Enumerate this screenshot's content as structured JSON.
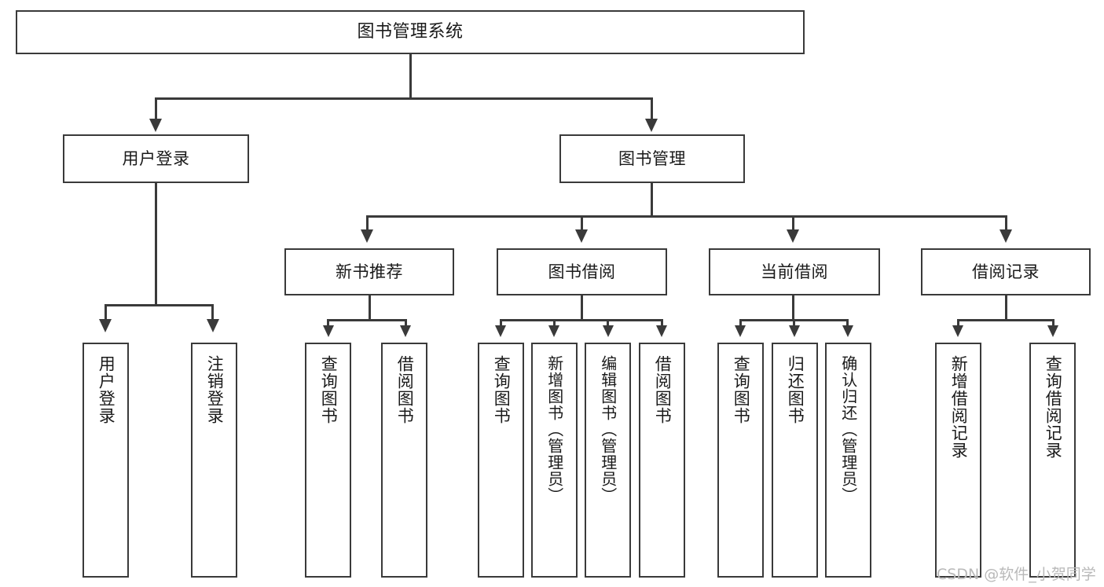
{
  "diagram": {
    "type": "tree-hierarchy",
    "title": "图书管理系统",
    "root": {
      "id": "root",
      "label": "图书管理系统"
    },
    "level2": [
      {
        "id": "user-login",
        "label": "用户登录"
      },
      {
        "id": "book-manage",
        "label": "图书管理"
      }
    ],
    "level3": [
      {
        "id": "new-book-recommend",
        "label": "新书推荐",
        "parent": "book-manage"
      },
      {
        "id": "book-borrow",
        "label": "图书借阅",
        "parent": "book-manage"
      },
      {
        "id": "current-borrow",
        "label": "当前借阅",
        "parent": "book-manage"
      },
      {
        "id": "borrow-record",
        "label": "借阅记录",
        "parent": "book-manage"
      }
    ],
    "leaves": {
      "user_login": [
        {
          "id": "leaf-user-login",
          "label": "用户登录"
        },
        {
          "id": "leaf-user-logout",
          "label": "注销登录"
        }
      ],
      "new_book_recommend": [
        {
          "id": "leaf-query-book-1",
          "label": "查询图书"
        },
        {
          "id": "leaf-borrow-book-1",
          "label": "借阅图书"
        }
      ],
      "book_borrow": [
        {
          "id": "leaf-query-book-2",
          "label": "查询图书"
        },
        {
          "id": "leaf-add-book",
          "label": "新增图书（管理员）"
        },
        {
          "id": "leaf-edit-book",
          "label": "编辑图书（管理员）"
        },
        {
          "id": "leaf-borrow-book-2",
          "label": "借阅图书"
        }
      ],
      "current_borrow": [
        {
          "id": "leaf-query-book-3",
          "label": "查询图书"
        },
        {
          "id": "leaf-return-book",
          "label": "归还图书"
        },
        {
          "id": "leaf-confirm-return",
          "label": "确认归还（管理员）"
        }
      ],
      "borrow_record": [
        {
          "id": "leaf-add-borrow-record",
          "label": "新增借阅记录"
        },
        {
          "id": "leaf-query-borrow-record",
          "label": "查询借阅记录"
        }
      ]
    }
  },
  "watermark": {
    "text": "CSDN @软件_小贺同学"
  },
  "colors": {
    "stroke": "#3a3a3a",
    "fill": "#ffffff",
    "text": "#1a1a1a",
    "watermark": "#b9b9b9"
  }
}
